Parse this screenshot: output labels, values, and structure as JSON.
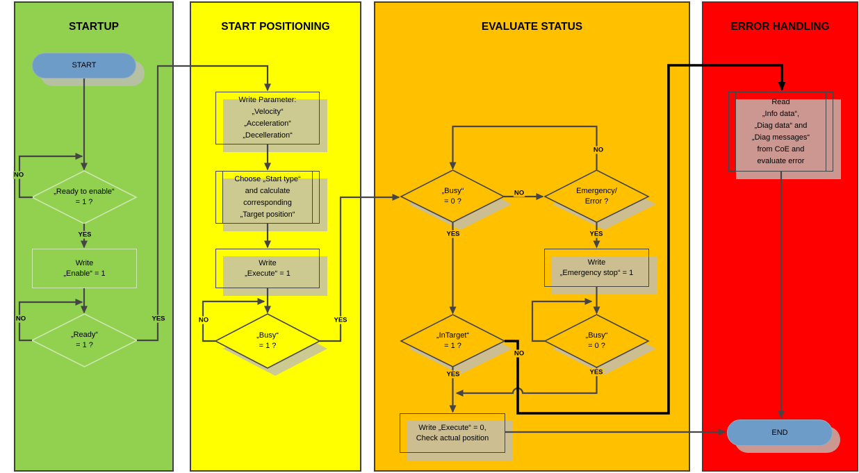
{
  "panels": {
    "startup": {
      "title": "STARTUP"
    },
    "start_positioning": {
      "title": "START POSITIONING"
    },
    "evaluate_status": {
      "title": "EVALUATE STATUS"
    },
    "error_handling": {
      "title": "ERROR HANDLING"
    }
  },
  "nodes": {
    "start": "START",
    "ready_to_enable": "„Ready to enable“\n= 1 ?",
    "write_enable": "Write\n„Enable“ = 1",
    "ready": "„Ready“\n= 1 ?",
    "write_parameter": "Write Parameter:\n„Velocity“\n„Acceleration“\n„Decelleration“",
    "choose_start_type": "Choose „Start type“\nand calculate\ncorresponding\n„Target position“",
    "write_execute_1": "Write\n„Execute“ = 1",
    "busy_1": "„Busy“\n= 1 ?",
    "busy_0_first": "„Busy“\n= 0 ?",
    "emergency_error": "Emergency/\nError ?",
    "write_emergency_stop": "Write\n„Emergency stop“ = 1",
    "busy_0_second": "„Busy“\n= 0 ?",
    "in_target": "„InTarget“\n= 1 ?",
    "write_execute_0": "Write „Execute“ = 0,\nCheck actual position",
    "read_diag": "Read\n„Info data“,\n„Diag data“ and\n„Diag messages“\nfrom CoE and\nevaluate error",
    "end": "END"
  },
  "edge_labels": {
    "yes": "YES",
    "no": "NO"
  },
  "edges": [
    {
      "from": "start",
      "to": "ready_to_enable"
    },
    {
      "from": "ready_to_enable",
      "to": "ready_to_enable",
      "label": "NO"
    },
    {
      "from": "ready_to_enable",
      "to": "write_enable",
      "label": "YES"
    },
    {
      "from": "write_enable",
      "to": "ready"
    },
    {
      "from": "ready",
      "to": "ready",
      "label": "NO"
    },
    {
      "from": "ready",
      "to": "write_parameter",
      "label": "YES"
    },
    {
      "from": "write_parameter",
      "to": "choose_start_type"
    },
    {
      "from": "choose_start_type",
      "to": "write_execute_1"
    },
    {
      "from": "write_execute_1",
      "to": "busy_1"
    },
    {
      "from": "busy_1",
      "to": "busy_1",
      "label": "NO"
    },
    {
      "from": "busy_1",
      "to": "busy_0_first",
      "label": "YES"
    },
    {
      "from": "busy_0_first",
      "to": "emergency_error",
      "label": "NO"
    },
    {
      "from": "busy_0_first",
      "to": "in_target",
      "label": "YES"
    },
    {
      "from": "emergency_error",
      "to": "busy_0_first",
      "label": "NO"
    },
    {
      "from": "emergency_error",
      "to": "write_emergency_stop",
      "label": "YES"
    },
    {
      "from": "write_emergency_stop",
      "to": "busy_0_second"
    },
    {
      "from": "busy_0_second",
      "to": "busy_0_second",
      "label": "NO"
    },
    {
      "from": "busy_0_second",
      "to": "write_execute_0",
      "label": "YES"
    },
    {
      "from": "in_target",
      "to": "write_execute_0",
      "label": "YES"
    },
    {
      "from": "in_target",
      "to": "read_diag",
      "label": "NO"
    },
    {
      "from": "write_execute_0",
      "to": "end"
    },
    {
      "from": "read_diag",
      "to": "end"
    }
  ],
  "colors": {
    "startup-bg": "#92D050",
    "positioning-bg": "#FFFF00",
    "evaluate-bg": "#FFC000",
    "error-bg": "#FF0000",
    "panel-border": "#3F3F3F",
    "terminator-fill": "#6D9CC8",
    "terminator-border": "#97AEC0",
    "connector": "#454545",
    "connector-emphasis": "#000000",
    "pale-shape-border": "#CEE6B0",
    "shape-shadow": "rgba(191,189,181,0.8)"
  }
}
